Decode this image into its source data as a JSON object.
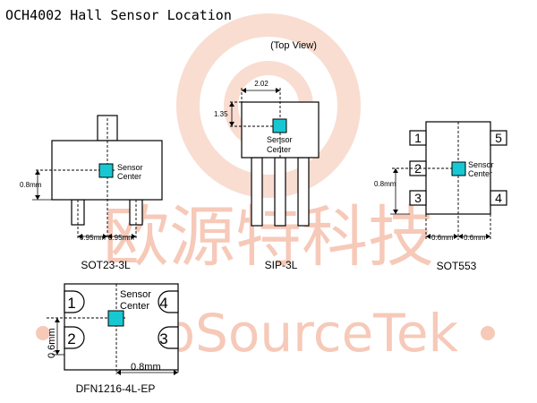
{
  "title": "OCH4002 Hall Sensor Location",
  "top_view_label": "(Top View)",
  "watermark": {
    "chinese": "欧源特科技",
    "english": "ChipSourceTek"
  },
  "sensor_label_line1": "Sensor",
  "sensor_label_line2": "Center",
  "sot23": {
    "name": "SOT23-3L",
    "height_dim": "0.8mm",
    "left_dim": "0.95mm",
    "right_dim": "0.95mm"
  },
  "sip": {
    "name": "SIP-3L",
    "width_dim": "2.02",
    "height_dim": "1.35"
  },
  "sot553": {
    "name": "SOT553",
    "pins": [
      "1",
      "2",
      "3",
      "4",
      "5"
    ],
    "height_dim": "0.8mm",
    "left_dim": "0.6mm",
    "right_dim": "0.6mm"
  },
  "dfn": {
    "name": "DFN1216-4L-EP",
    "pins": [
      "1",
      "2",
      "3",
      "4"
    ],
    "height_dim": "0.6mm",
    "width_dim": "0.8mm"
  },
  "colors": {
    "sensor_fill": "#17c8d2",
    "watermark": "#f6c9b8"
  }
}
